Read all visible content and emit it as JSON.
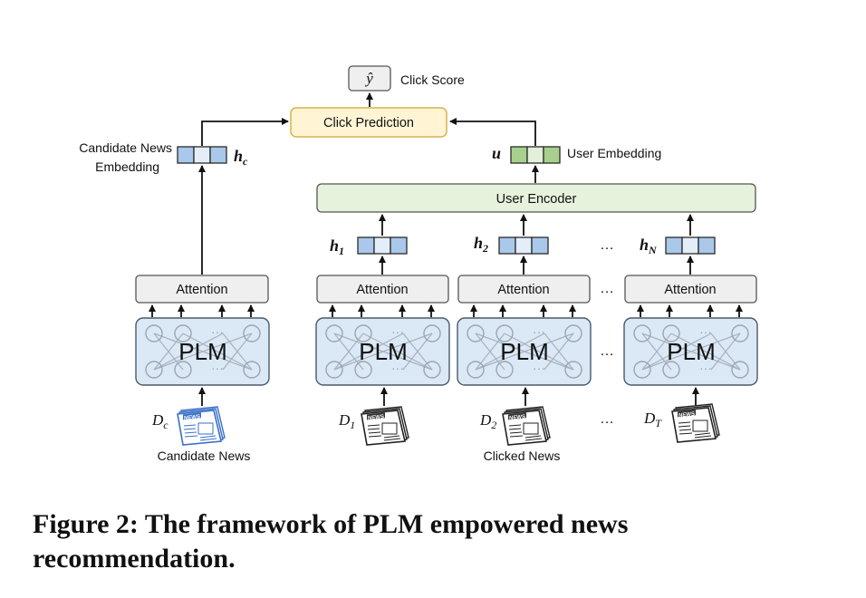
{
  "diagram": {
    "output": {
      "symbol": "ŷ",
      "label": "Click Score"
    },
    "click_prediction": "Click Prediction",
    "candidate": {
      "embedding_label_line1": "Candidate News",
      "embedding_label_line2": "Embedding",
      "embedding_symbol": "h",
      "embedding_sub": "c",
      "attention": "Attention",
      "plm": "PLM",
      "doc_symbol": "D",
      "doc_sub": "c",
      "caption": "Candidate News"
    },
    "user": {
      "embedding_symbol": "u",
      "embedding_label": "User Embedding",
      "encoder": "User Encoder",
      "caption": "Clicked News",
      "columns": [
        {
          "h": "h",
          "h_sub": "1",
          "attention": "Attention",
          "plm": "PLM",
          "doc": "D",
          "doc_sub": "1"
        },
        {
          "h": "h",
          "h_sub": "2",
          "attention": "Attention",
          "plm": "PLM",
          "doc": "D",
          "doc_sub": "2"
        },
        {
          "h": "h",
          "h_sub": "N",
          "attention": "Attention",
          "plm": "PLM",
          "doc": "D",
          "doc_sub": "T"
        }
      ],
      "ellipsis": "…"
    },
    "newspaper_text": "NEWS",
    "colors": {
      "plm_fill": "#dbe8f5",
      "encoder_fill": "#e6f2dc",
      "prediction_fill": "#fff5d5",
      "prediction_border": "#d9b24a",
      "embedding_blue": "#a9c8ea",
      "embedding_green": "#a8d08d"
    }
  },
  "caption": "Figure 2: The framework of PLM empowered news recommendation."
}
